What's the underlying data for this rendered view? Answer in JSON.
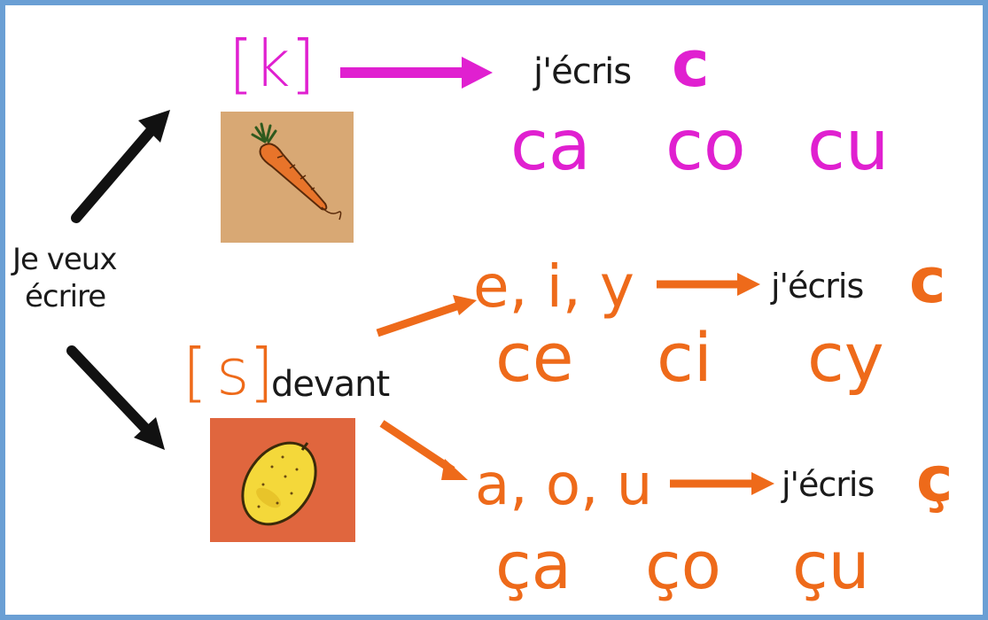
{
  "colors": {
    "frame": "#6a9fd4",
    "pink": "#e020d0",
    "orange": "#ee6a1a",
    "black": "#111111",
    "carrot_bg": "#d8a874",
    "lemon_bg": "#e0663e"
  },
  "start": {
    "line1": "Je veux",
    "line2": "écrire"
  },
  "k_branch": {
    "sound": "[k]",
    "jecris": "j'écris",
    "letter": "c",
    "syllables": [
      "ca",
      "co",
      "cu"
    ],
    "image": "carrot-picture"
  },
  "s_branch": {
    "sound_open": "[",
    "sound_letter": "s",
    "sound_close": "]",
    "devant": "devant",
    "image": "lemon-picture",
    "front": {
      "vowels": "e, i, y",
      "jecris": "j'écris",
      "letter": "c",
      "syllables": [
        "ce",
        "ci",
        "cy"
      ]
    },
    "back": {
      "vowels": "a, o, u",
      "jecris": "j'écris",
      "letter": "ç",
      "syllables": [
        "ça",
        "ço",
        "çu"
      ]
    }
  }
}
